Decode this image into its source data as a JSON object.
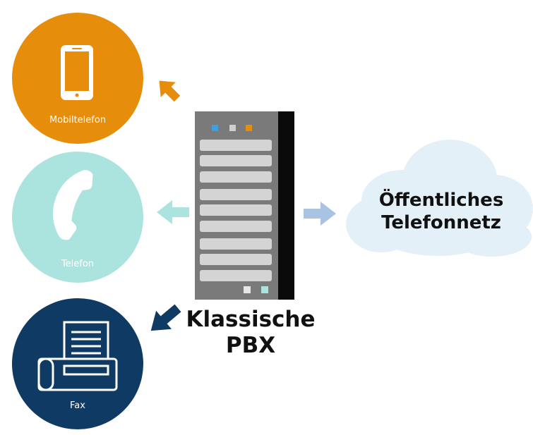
{
  "nodes": {
    "mobile": {
      "label": "Mobiltelefon",
      "color": "#e68d0c"
    },
    "phone": {
      "label": "Telefon",
      "color": "#abe3df"
    },
    "fax": {
      "label": "Fax",
      "color": "#0f3a63"
    }
  },
  "pbx": {
    "line1": "Klassische",
    "line2": "PBX"
  },
  "network": {
    "line1": "Öffentliches",
    "line2": "Telefonnetz"
  },
  "icons": [
    "mobile-phone-icon",
    "telephone-handset-icon",
    "fax-machine-icon",
    "server-rack-icon",
    "cloud-icon"
  ],
  "arrow_colors": {
    "mobile": "#e68d0c",
    "phone": "#abe3df",
    "fax": "#0f3a63",
    "network": "#a9c3e3"
  }
}
